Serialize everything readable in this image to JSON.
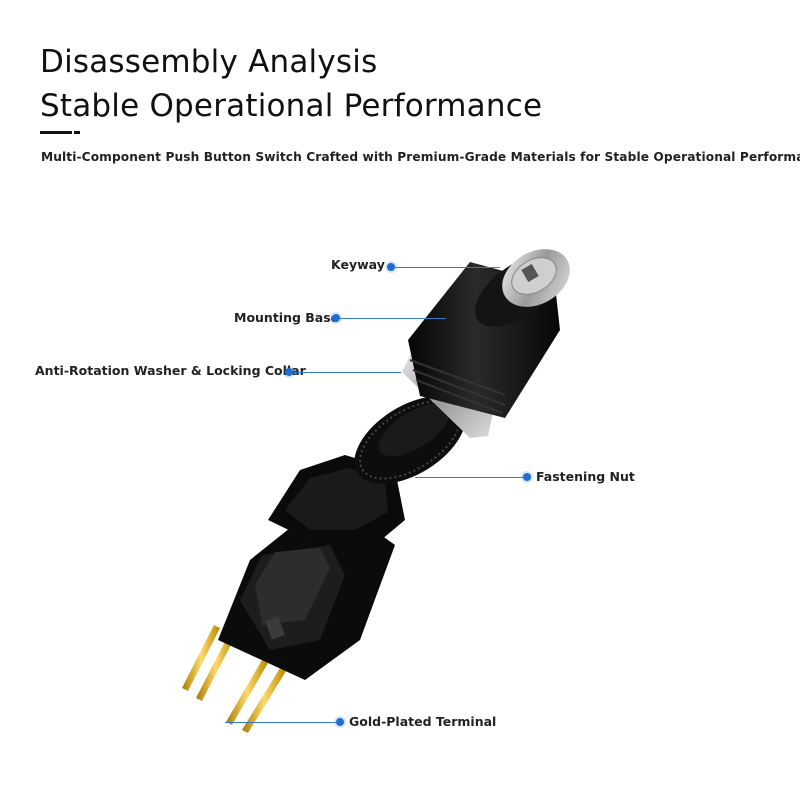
{
  "header": {
    "title_line1": "Disassembly Analysis",
    "title_line2": "Stable Operational Performance",
    "subtitle": "Multi-Component Push Button Switch  Crafted with Premium-Grade Materials for Stable Operational Performance"
  },
  "callouts": {
    "keyway": "Keyway",
    "mounting_base": "Mounting Base",
    "washer_collar": "Anti-Rotation Washer & Locking Collar",
    "fastening_nut": "Fastening Nut",
    "terminal": "Gold-Plated Terminal"
  },
  "colors": {
    "accent": "#1f6fd1",
    "leader_line": "#3a7bc8",
    "body": "#111111",
    "terminal_gold": "#d4a017"
  }
}
